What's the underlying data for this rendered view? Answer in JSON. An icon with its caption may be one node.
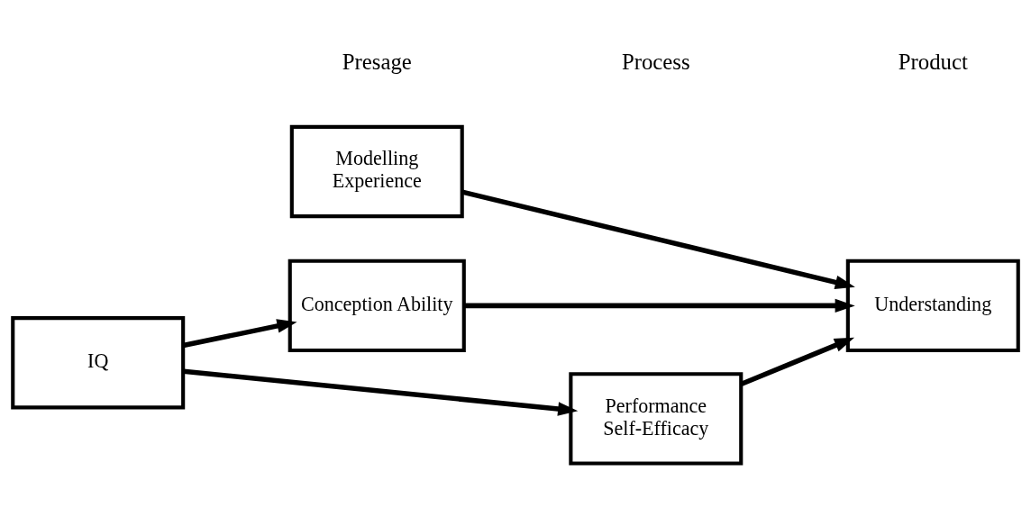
{
  "diagram": {
    "nodes": [
      {
        "text": [
          "Modelling Experience"
        ]
      },
      {
        "text": [
          "IQ"
        ]
      },
      {
        "text": [
          "Conception Ability"
        ]
      },
      {
        "text": [
          "Understanding"
        ]
      },
      {
        "text": [
          "Performance Self-Efficacy"
        ]
      }
    ],
    "edges": [
      {
        "from": 1,
        "to": 2,
        "arrow": "to"
      },
      {
        "from": 1,
        "to": 4,
        "arrow": "to"
      },
      {
        "from": 0,
        "to": 3,
        "arrow": "to"
      },
      {
        "from": 2,
        "to": 3,
        "arrow": "to"
      },
      {
        "from": 4,
        "to": 3,
        "arrow": "to"
      }
    ],
    "labels": [
      "Presage",
      "Process",
      "Product"
    ]
  }
}
